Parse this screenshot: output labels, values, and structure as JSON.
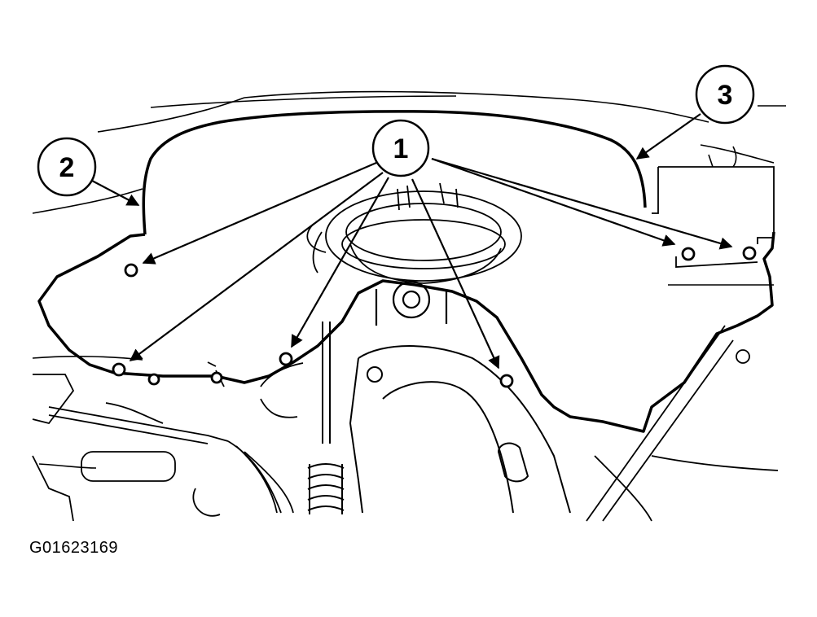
{
  "figure": {
    "id_label": "G01623169",
    "callouts": [
      {
        "number": "1"
      },
      {
        "number": "2"
      },
      {
        "number": "3"
      }
    ],
    "colors": {
      "line": "#000000",
      "background": "#ffffff"
    }
  }
}
